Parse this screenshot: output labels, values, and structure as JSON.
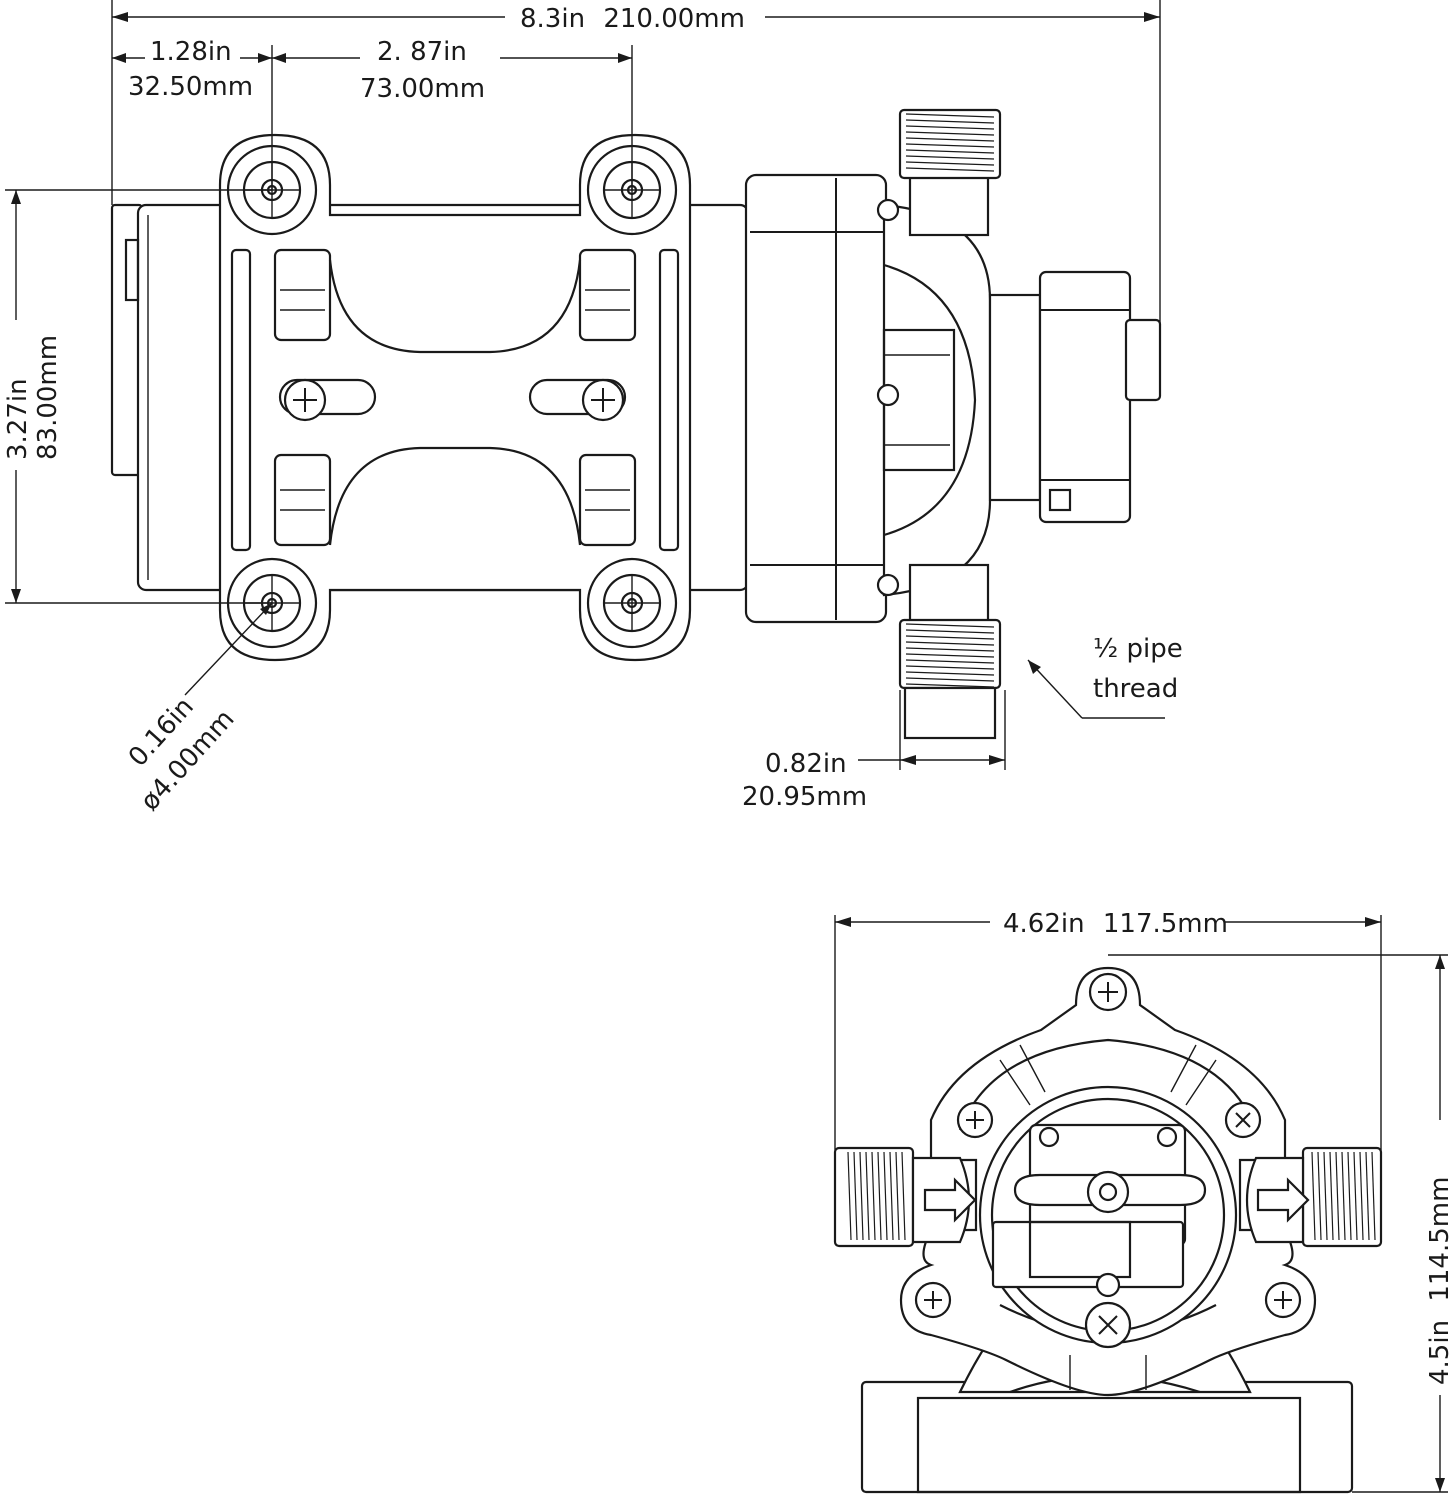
{
  "dimensions": {
    "overall_length": {
      "inch": "8.3in",
      "mm": "210.00mm"
    },
    "rear_to_first_hole": {
      "inch": "1.28in",
      "mm": "32.50mm"
    },
    "hole_spacing": {
      "inch": "2. 87in",
      "mm": "73.00mm"
    },
    "height_top_view": {
      "inch": "3.27in",
      "mm": "83.00mm"
    },
    "hole_diameter": {
      "inch": "0.16in",
      "mm": "ø4.00mm"
    },
    "port_width": {
      "inch": "0.82in",
      "mm": "20.95mm"
    },
    "front_width": {
      "inch": "4.62in",
      "mm": "117.5mm"
    },
    "front_height": {
      "inch": "4.5in",
      "mm": "114.5mm"
    }
  },
  "notes": {
    "thread_line1": "½ pipe",
    "thread_line2": "thread"
  },
  "colors": {
    "line": "#1a1a1a",
    "background": "#ffffff"
  }
}
